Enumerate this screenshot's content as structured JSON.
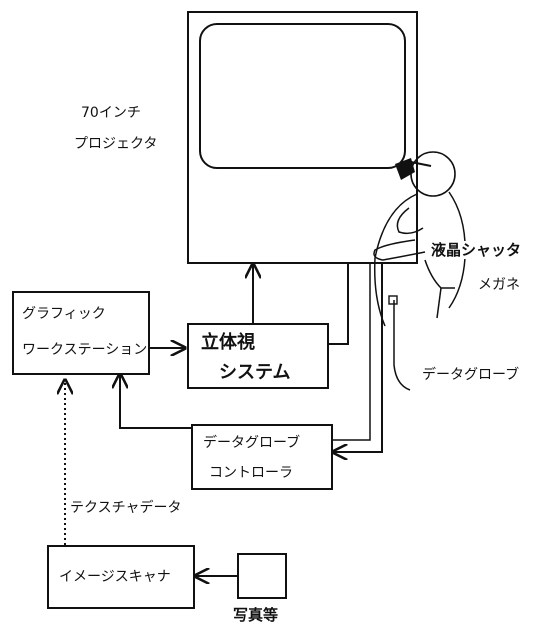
{
  "projector": {
    "line1": "70インチ",
    "line2": "プロジェクタ"
  },
  "workstation": {
    "line1": "グラフィック",
    "line2": "ワークステーション"
  },
  "stereo_system": {
    "line1": "立体視",
    "line2": "システム"
  },
  "glove_controller": {
    "line1": "データグローブ",
    "line2": "コントローラ"
  },
  "image_scanner": {
    "label": "イメージスキャナ"
  },
  "photos": {
    "label": "写真等"
  },
  "texture_data": {
    "label": "テクスチャデータ"
  },
  "lcd_shutter_glasses": {
    "line1": "液晶シャッタ",
    "line2": "メガネ"
  },
  "data_glove": {
    "label": "データグローブ"
  }
}
